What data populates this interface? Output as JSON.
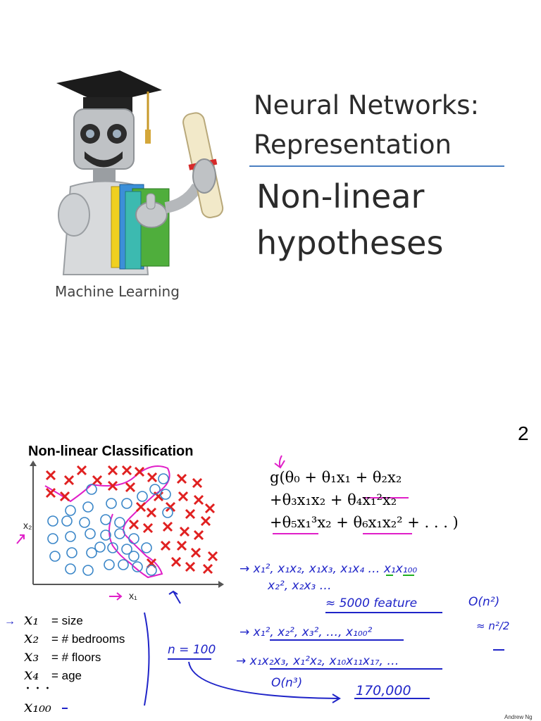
{
  "slide1": {
    "title_line1": "Neural Networks:",
    "title_line2": "Representation",
    "subtitle_line1": "Non-linear",
    "subtitle_line2": "hypotheses",
    "course": "Machine Learning",
    "accent_color": "#4a7fc1"
  },
  "slide2": {
    "page_number": "2",
    "plot_title": "Non-linear Classification",
    "axis_x_label": "x₁",
    "axis_y_label": "x₂",
    "hypothesis": {
      "line1": "g(θ₀ + θ₁x₁ + θ₂x₂",
      "line2": "+θ₃x₁x₂ + θ₄x₁²x₂",
      "line3": "+θ₅x₁³x₂ + θ₆x₁x₂² + . . . )"
    },
    "features": [
      {
        "symbol": "x₁",
        "label": "= size"
      },
      {
        "symbol": "x₂",
        "label": "= # bedrooms"
      },
      {
        "symbol": "x₃",
        "label": "= # floors"
      },
      {
        "symbol": "x₄",
        "label": "= age"
      },
      {
        "symbol": "· · ·",
        "label": ""
      },
      {
        "symbol": "x₁₀₀",
        "label": ""
      }
    ],
    "handwritten": {
      "quadratic_terms": "→ x₁², x₁x₂, x₁x₃, x₁x₄ … x₁x₁₀₀",
      "quadratic_terms_2": "x₂², x₂x₃ …",
      "approx_count": "≈ 5000 feature",
      "big_o_n2": "O(n²)",
      "approx_n2_over_2": "≈ n²/2",
      "n_equals": "n = 100",
      "squares_only": "→ x₁², x₂², x₃², …, x₁₀₀²",
      "cubic_terms": "→ x₁x₂x₃, x₁²x₂, x₁₀x₁₁x₁₇, …",
      "big_o_n3": "O(n³)",
      "cubic_count": "170,000"
    },
    "attribution": "Andrew Ng",
    "colors": {
      "ink_blue": "#1f24c8",
      "ink_magenta": "#e01fc8",
      "cross_red": "#e02020",
      "circle_blue": "#3a86c8"
    }
  }
}
